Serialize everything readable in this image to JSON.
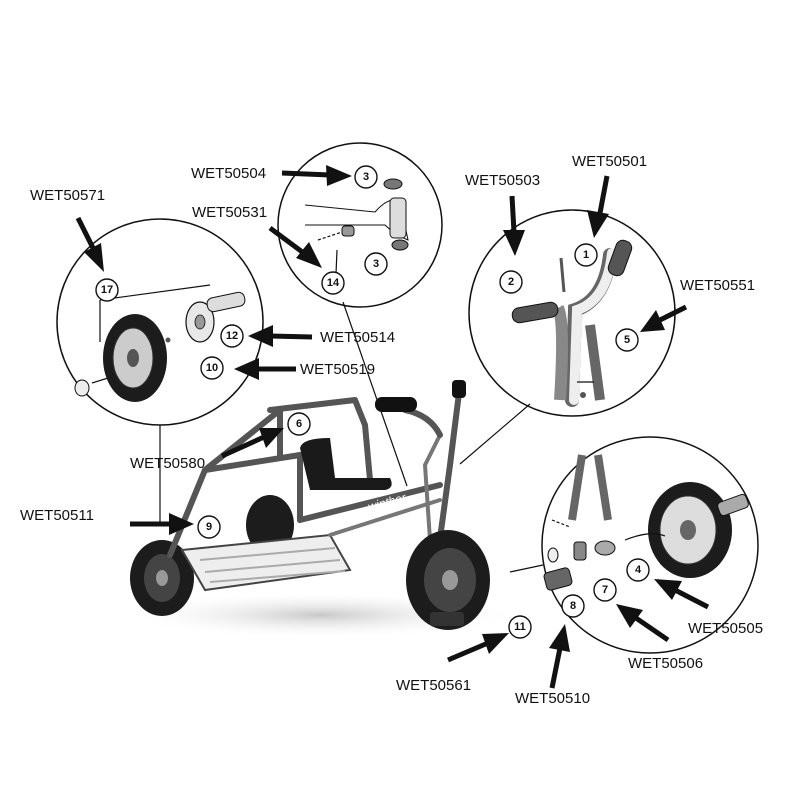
{
  "part_codes": {
    "WET50504": "WET50504",
    "WET50531": "WET50531",
    "WET50571": "WET50571",
    "WET50503": "WET50503",
    "WET50501": "WET50501",
    "WET50551": "WET50551",
    "WET50514": "WET50514",
    "WET50519": "WET50519",
    "WET50580": "WET50580",
    "WET50511": "WET50511",
    "WET50505": "WET50505",
    "WET50506": "WET50506",
    "WET50561": "WET50561",
    "WET50510": "WET50510"
  },
  "callout_numbers": {
    "n1": "1",
    "n2": "2",
    "n3a": "3",
    "n3b": "3",
    "n4": "4",
    "n5": "5",
    "n6": "6",
    "n7": "7",
    "n8": "8",
    "n9": "9",
    "n10": "10",
    "n11": "11",
    "n12": "12",
    "n14": "14",
    "n17": "17"
  },
  "brand_text": "winther"
}
